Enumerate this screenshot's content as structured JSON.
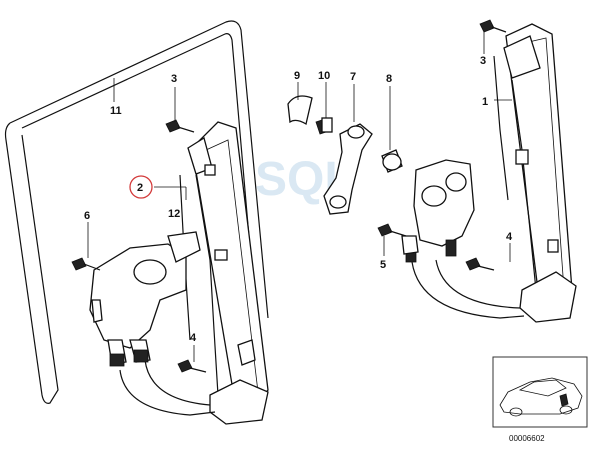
{
  "diagram": {
    "callouts": [
      {
        "id": "c11",
        "text": "11"
      },
      {
        "id": "c3a",
        "text": "3"
      },
      {
        "id": "c9",
        "text": "9"
      },
      {
        "id": "c10",
        "text": "10"
      },
      {
        "id": "c7",
        "text": "7"
      },
      {
        "id": "c8",
        "text": "8"
      },
      {
        "id": "c3b",
        "text": "3"
      },
      {
        "id": "c1",
        "text": "1"
      },
      {
        "id": "c2",
        "text": "2"
      },
      {
        "id": "c12",
        "text": "12"
      },
      {
        "id": "c6",
        "text": "6"
      },
      {
        "id": "c4a",
        "text": "4"
      },
      {
        "id": "c5",
        "text": "5"
      },
      {
        "id": "c4b",
        "text": "4"
      }
    ],
    "watermark": "SQL",
    "inset": {
      "number": "00006602"
    },
    "highlight_color": "#d33a3a"
  }
}
